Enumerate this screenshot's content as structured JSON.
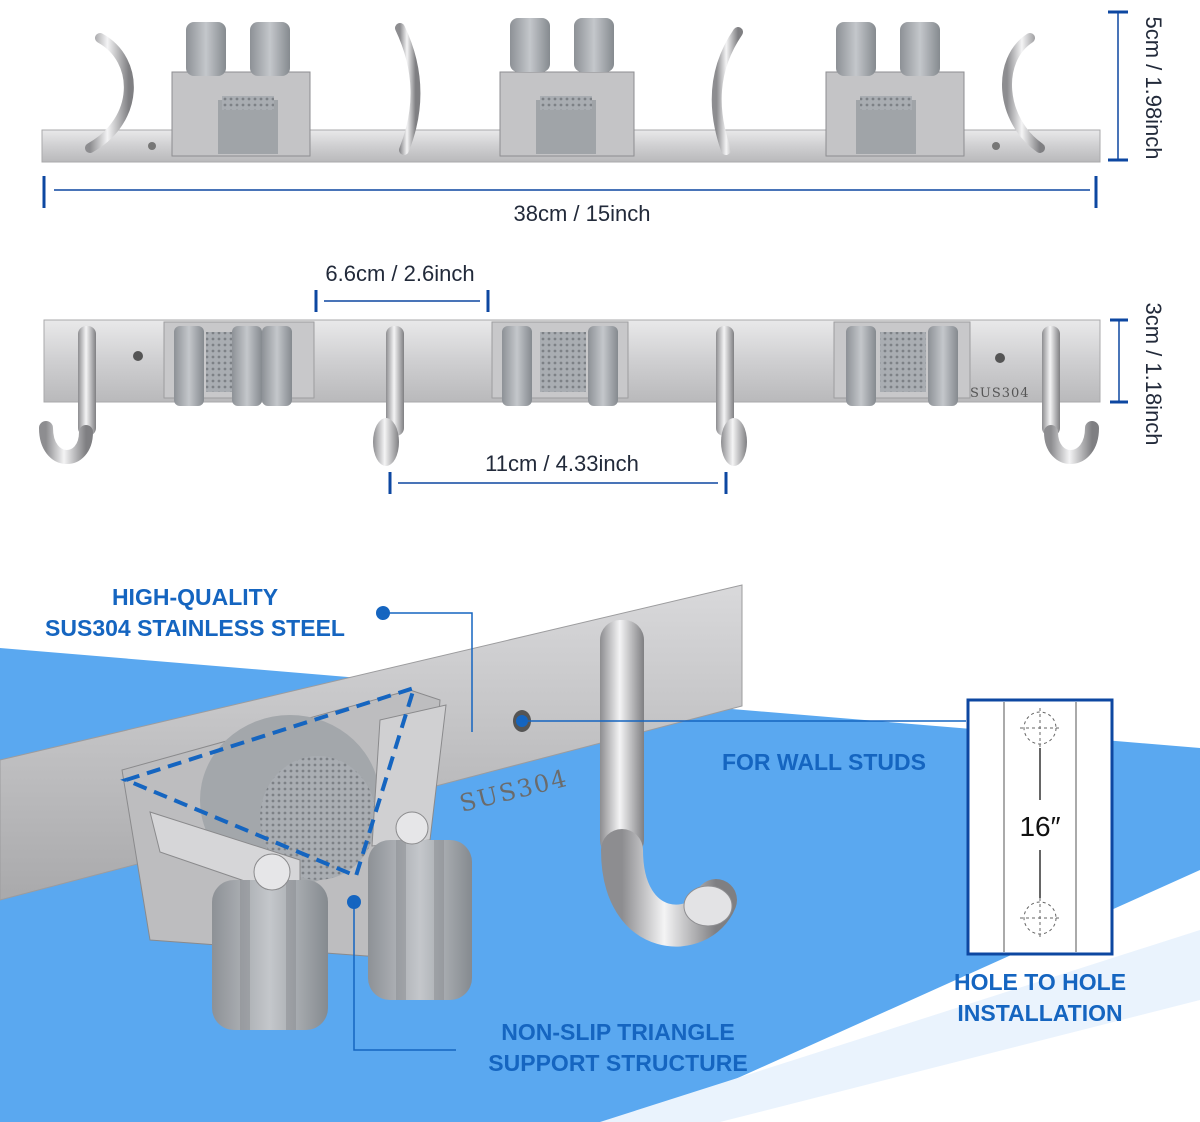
{
  "dimensions": {
    "height_top": "5cm / 1.98inch",
    "length_total": "38cm / 15inch",
    "clip_spacing": "6.6cm / 2.6inch",
    "height_rail": "3cm / 1.18inch",
    "hook_spacing": "11cm / 4.33inch"
  },
  "material_stamp": "SUS304",
  "callouts": {
    "steel_line1": "HIGH-QUALITY",
    "steel_line2": "SUS304 STAINLESS STEEL",
    "wall_studs": "FOR WALL STUDS",
    "triangle_line1": "NON-SLIP TRIANGLE",
    "triangle_line2": "SUPPORT STRUCTURE",
    "install_line1": "HOLE TO HOLE",
    "install_line2": "INSTALLATION"
  },
  "stud_diagram": {
    "spacing": "16″"
  },
  "colors": {
    "accent": "#1565c0",
    "dim_line": "#0d47a1",
    "background_blue": "#5aa8f0",
    "steel": "#c9c9cb",
    "grip_gray": "#9a9ea3"
  }
}
